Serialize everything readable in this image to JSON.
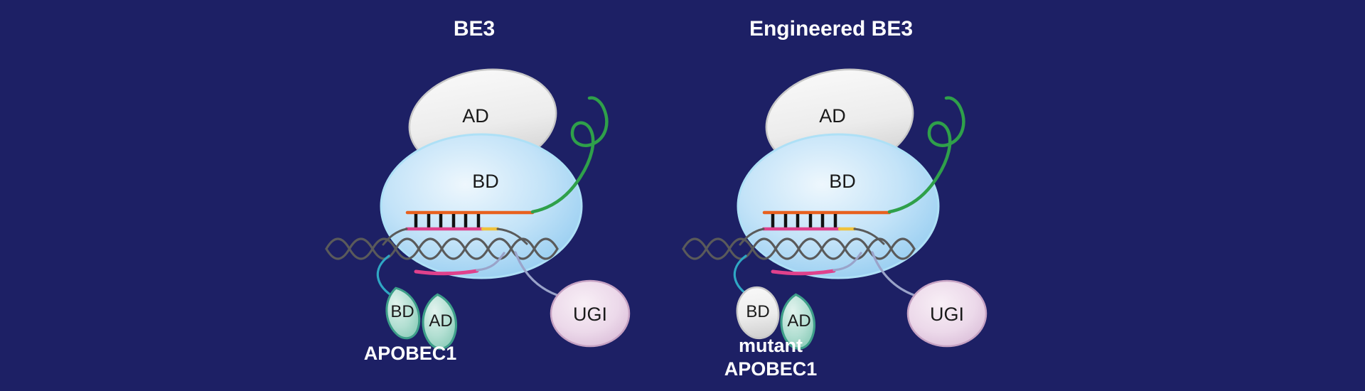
{
  "figure": {
    "background_color": "#1d2065",
    "panels": [
      {
        "title": "BE3",
        "cas9": {
          "ad_label": "AD",
          "bd_label": "BD"
        },
        "apobec1": {
          "bd_label": "BD",
          "ad_label": "AD",
          "caption": "APOBEC1"
        },
        "ugi": {
          "label": "UGI"
        }
      },
      {
        "title": "Engineered BE3",
        "cas9": {
          "ad_label": "AD",
          "bd_label": "BD"
        },
        "apobec1": {
          "bd_label": "BD",
          "ad_label": "AD",
          "caption_line1": "mutant",
          "caption_line2": "APOBEC1"
        },
        "ugi": {
          "label": "UGI"
        }
      }
    ],
    "colors": {
      "cas9_body_blue": "#88c6ee",
      "ad_domain_gray": "#e4e4e4",
      "apobec_teal": "#7fc6b1",
      "ugi_pink": "#d6b6d4",
      "dna_gray": "#5a5a5a",
      "sgrna_scaffold_green": "#2fa04a",
      "sgrna_spacer_orange": "#e8611f",
      "edited_strand_pink": "#e0418c",
      "pam_yellow": "#f0c23c",
      "linker_cyan": "#2fa7c4",
      "linker_lavender": "#9aa3c9"
    }
  }
}
